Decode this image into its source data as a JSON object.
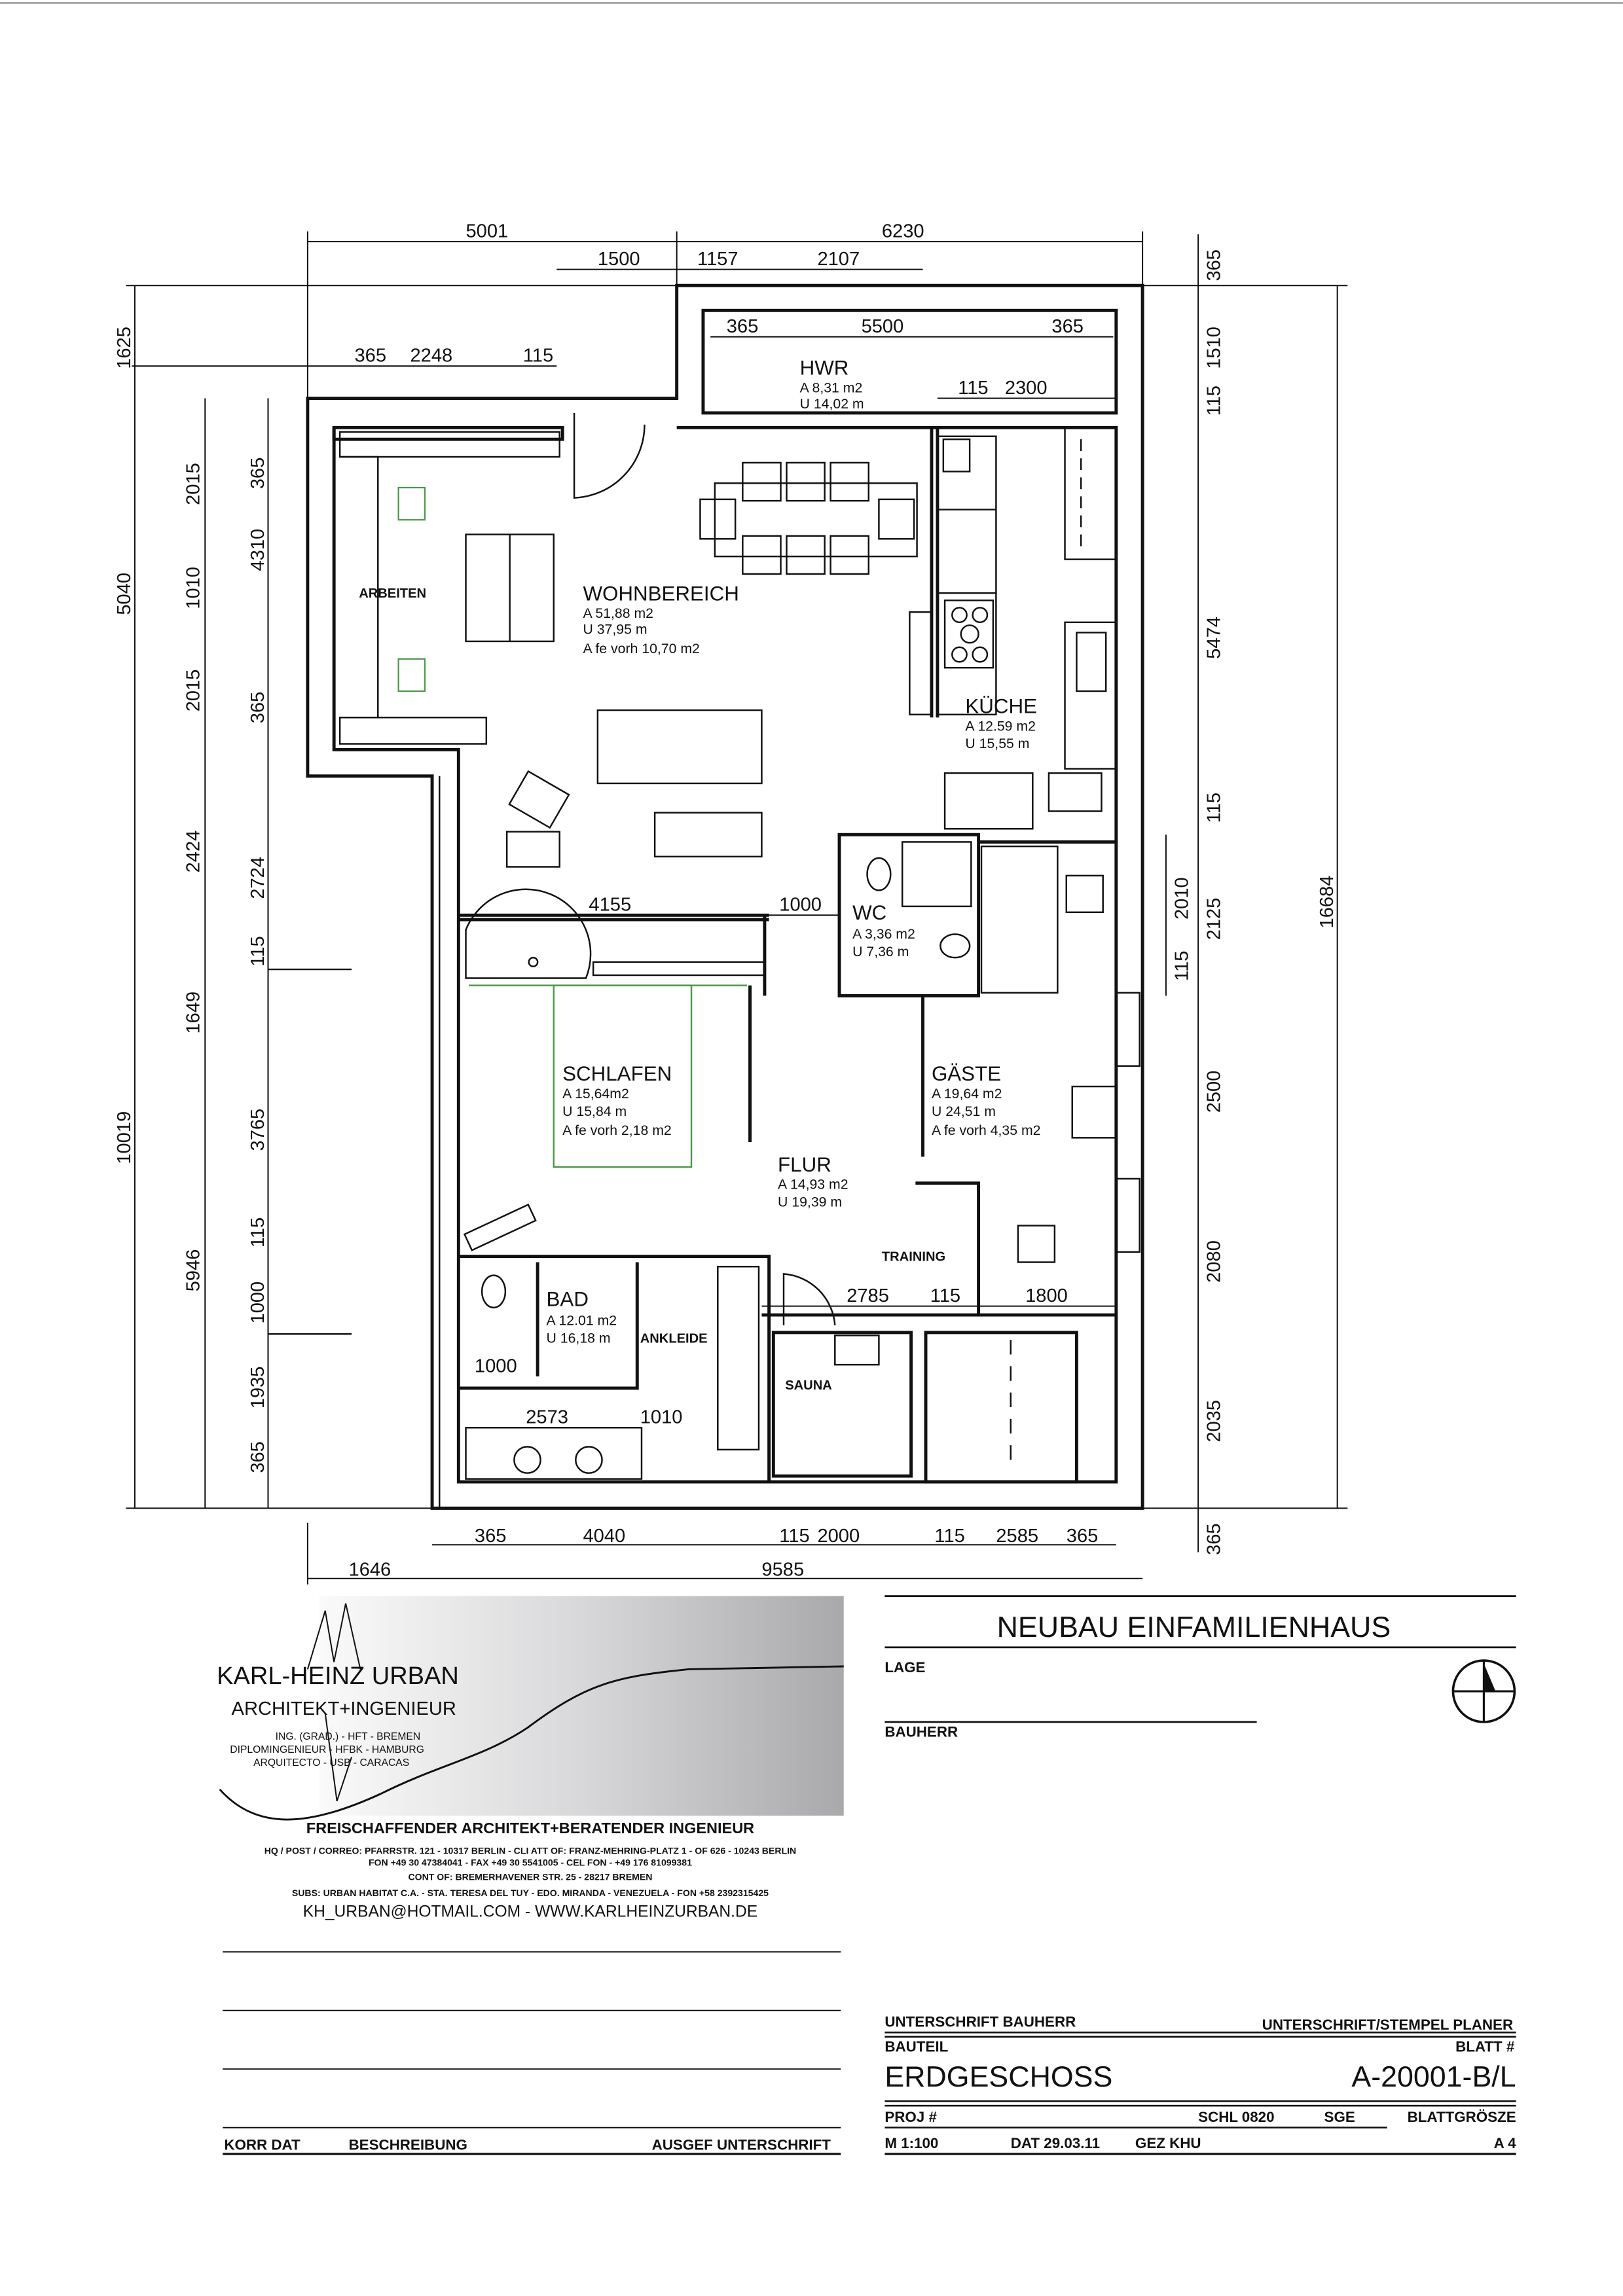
{
  "plan": {
    "rooms": {
      "hwr": {
        "name": "HWR",
        "area": "A 8,31 m2",
        "perimeter": "U 14,02 m"
      },
      "wohnbereich": {
        "name": "WOHNBEREICH",
        "area": "A 51,88 m2",
        "perimeter": "U 37,95 m",
        "window": "A fe vorh 10,70 m2"
      },
      "arbeiten": {
        "name": "ARBEITEN"
      },
      "kueche": {
        "name": "KÜCHE",
        "area": "A 12.59 m2",
        "perimeter": "U 15,55 m"
      },
      "wc": {
        "name": "WC",
        "area": "A 3,36 m2",
        "perimeter": "U 7,36 m"
      },
      "schlafen": {
        "name": "SCHLAFEN",
        "area": "A 15,64m2",
        "perimeter": "U 15,84 m",
        "window": "A fe vorh 2,18 m2"
      },
      "gaeste": {
        "name": "GÄSTE",
        "area": "A 19,64 m2",
        "perimeter": "U 24,51 m",
        "window": "A fe vorh 4,35 m2"
      },
      "flur": {
        "name": "FLUR",
        "area": "A 14,93 m2",
        "perimeter": "U 19,39 m"
      },
      "training": {
        "name": "TRAINING"
      },
      "bad": {
        "name": "BAD",
        "area": "A 12.01 m2",
        "perimeter": "U 16,18 m"
      },
      "ankleide": {
        "name": "ANKLEIDE"
      },
      "sauna": {
        "name": "SAUNA"
      }
    },
    "dims": {
      "top": [
        "5001",
        "6230",
        "1500",
        "1157",
        "2107",
        "365",
        "5500",
        "365",
        "365",
        "2248",
        "115",
        "115",
        "2300"
      ],
      "bottom": [
        "365",
        "4040",
        "115",
        "2000",
        "115",
        "2585",
        "365",
        "1646",
        "9585"
      ],
      "interior": [
        "4155",
        "1000",
        "2785",
        "115",
        "1800",
        "1000",
        "2573",
        "1010"
      ],
      "left": [
        "1625",
        "5040",
        "10019",
        "2015",
        "1010",
        "2015",
        "2424",
        "1649",
        "5946",
        "365",
        "4310",
        "365",
        "2724",
        "115",
        "3765",
        "115",
        "1000",
        "1935",
        "365"
      ],
      "right": [
        "365",
        "1510",
        "115",
        "5474",
        "115",
        "2125",
        "2010",
        "115",
        "2500",
        "2080",
        "2035",
        "365",
        "16684"
      ]
    }
  },
  "logo": {
    "name": "KARL-HEINZ URBAN",
    "profession": "ARCHITEKT+INGENIEUR",
    "credentials": [
      "ING. (GRAD.) - HFT - BREMEN",
      "DIPLOMINGENIEUR - HFBK - HAMBURG",
      "ARQUITECTO - USB - CARACAS"
    ]
  },
  "office": {
    "title": "FREISCHAFFENDER ARCHITEKT+BERATENDER INGENIEUR",
    "lines": [
      "HQ / POST / CORREO: PFARRSTR. 121 - 10317 BERLIN - CLI ATT OF: FRANZ-MEHRING-PLATZ 1 - OF 626 - 10243 BERLIN",
      "FON +49 30 47384041 - FAX +49 30 5541005 - CEL FON - +49 176 81099381",
      "CONT OF: BREMERHAVENER STR. 25 - 28217 BREMEN",
      "SUBS: URBAN HABITAT C.A. - STA. TERESA DEL TUY - EDO. MIRANDA - VENEZUELA - FON +58 2392315425"
    ],
    "contact": "KH_URBAN@HOTMAIL.COM  -  WWW.KARLHEINZURBAN.DE"
  },
  "revisions": {
    "korr_dat": "KORR DAT",
    "beschreibung": "BESCHREIBUNG",
    "unterschrift": "AUSGEF UNTERSCHRIFT"
  },
  "titleblock": {
    "project": "NEUBAU EINFAMILIENHAUS",
    "lage": "LAGE",
    "bauherr": "BAUHERR",
    "sig_bauherr": "UNTERSCHRIFT BAUHERR",
    "sig_planer": "UNTERSCHRIFT/STEMPEL PLANER",
    "bauteil_label": "BAUTEIL",
    "bauteil": "ERDGESCHOSS",
    "blatt_label": "BLATT #",
    "blatt": "A-20001-B/L",
    "proj_label": "PROJ #",
    "schl": "SCHL 0820",
    "sge": "SGE",
    "blattgroesse_label": "BLATTGRÖSZE",
    "scale": "M 1:100",
    "date": "DAT 29.03.11",
    "drawn": "GEZ KHU",
    "sheet_size": "A 4"
  }
}
